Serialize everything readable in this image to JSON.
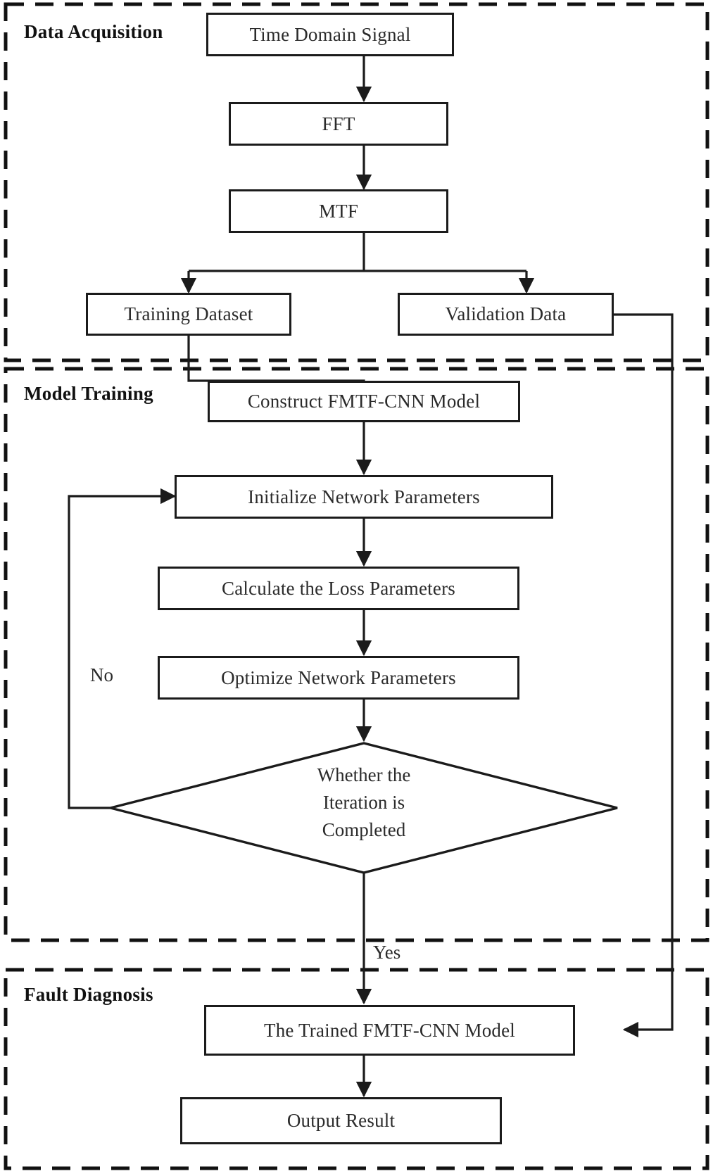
{
  "diagram": {
    "title": "FMTF-CNN Fault Diagnosis Flowchart",
    "line_color": "#1b1b1b",
    "text_color": "#2b2b2b",
    "background": "#ffffff"
  },
  "sections": [
    {
      "id": "data-acquisition",
      "label": "Data Acquisition"
    },
    {
      "id": "model-training",
      "label": "Model Training"
    },
    {
      "id": "fault-diagnosis",
      "label": "Fault Diagnosis"
    }
  ],
  "nodes": [
    {
      "id": "time-domain-signal",
      "label": "Time Domain Signal"
    },
    {
      "id": "fft",
      "label": "FFT"
    },
    {
      "id": "mtf",
      "label": "MTF"
    },
    {
      "id": "training-dataset",
      "label": "Training Dataset"
    },
    {
      "id": "validation-data",
      "label": "Validation Data"
    },
    {
      "id": "construct-model",
      "label": "Construct FMTF-CNN Model"
    },
    {
      "id": "initialize-parameters",
      "label": "Initialize Network Parameters"
    },
    {
      "id": "calculate-loss",
      "label": "Calculate the Loss Parameters"
    },
    {
      "id": "optimize-parameters",
      "label": "Optimize Network Parameters"
    },
    {
      "id": "trained-model",
      "label": "The Trained FMTF-CNN Model"
    },
    {
      "id": "output-result",
      "label": "Output Result"
    }
  ],
  "decision": {
    "id": "iteration-completed",
    "label": "Whether the\nIteration is\nCompleted"
  },
  "edge_labels": [
    {
      "id": "no-branch",
      "label": "No"
    },
    {
      "id": "yes-branch",
      "label": "Yes"
    }
  ]
}
